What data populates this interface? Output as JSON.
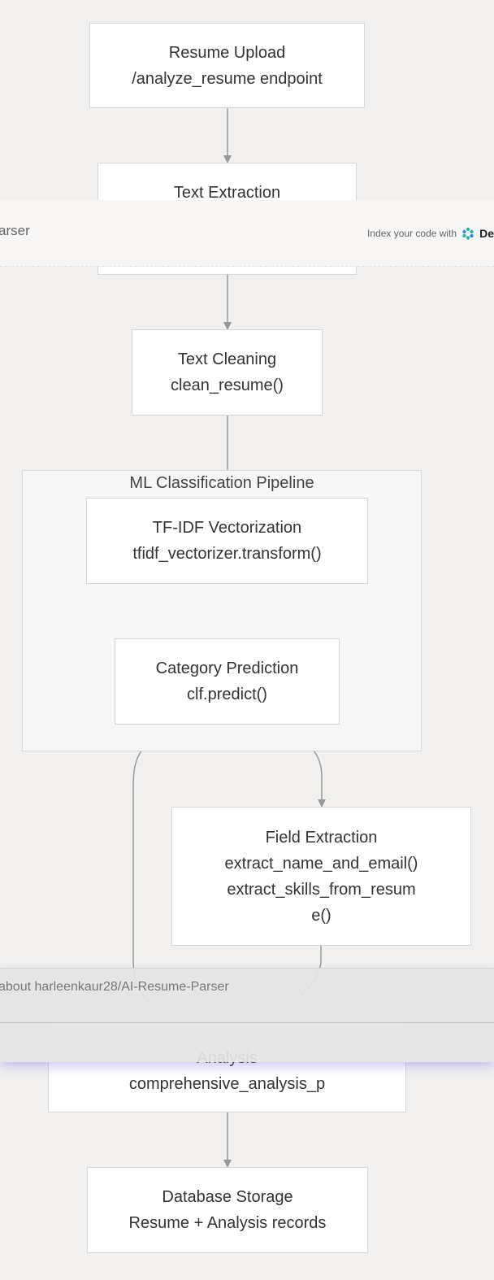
{
  "nodes": {
    "resume_upload": [
      "Resume Upload",
      "/analyze_resume endpoint"
    ],
    "text_extraction": [
      "Text Extraction"
    ],
    "text_cleaning": [
      "Text Cleaning",
      "clean_resume()"
    ],
    "tfidf": [
      "TF-IDF Vectorization",
      "tfidf_vectorizer.transform()"
    ],
    "category_prediction": [
      "Category Prediction",
      "clf.predict()"
    ],
    "field_extraction": [
      "Field Extraction",
      "extract_name_and_email()",
      "extract_skills_from_resum",
      "e()"
    ],
    "analysis": [
      "Analysis",
      "comprehensive_analysis_p"
    ],
    "database_storage": [
      "Database Storage",
      "Resume + Analysis records"
    ]
  },
  "cluster": {
    "label": "ML Classification Pipeline"
  },
  "topbar": {
    "title": "arser",
    "index_text": "Index your code with",
    "brand": "De"
  },
  "askbar": {
    "text": "about harleenkaur28/AI-Resume-Parser"
  },
  "colors": {
    "background": "#f1f0ef",
    "edge": "#999999",
    "node_border": "#d6d6d6",
    "accent_shadow": "#786ee6"
  }
}
